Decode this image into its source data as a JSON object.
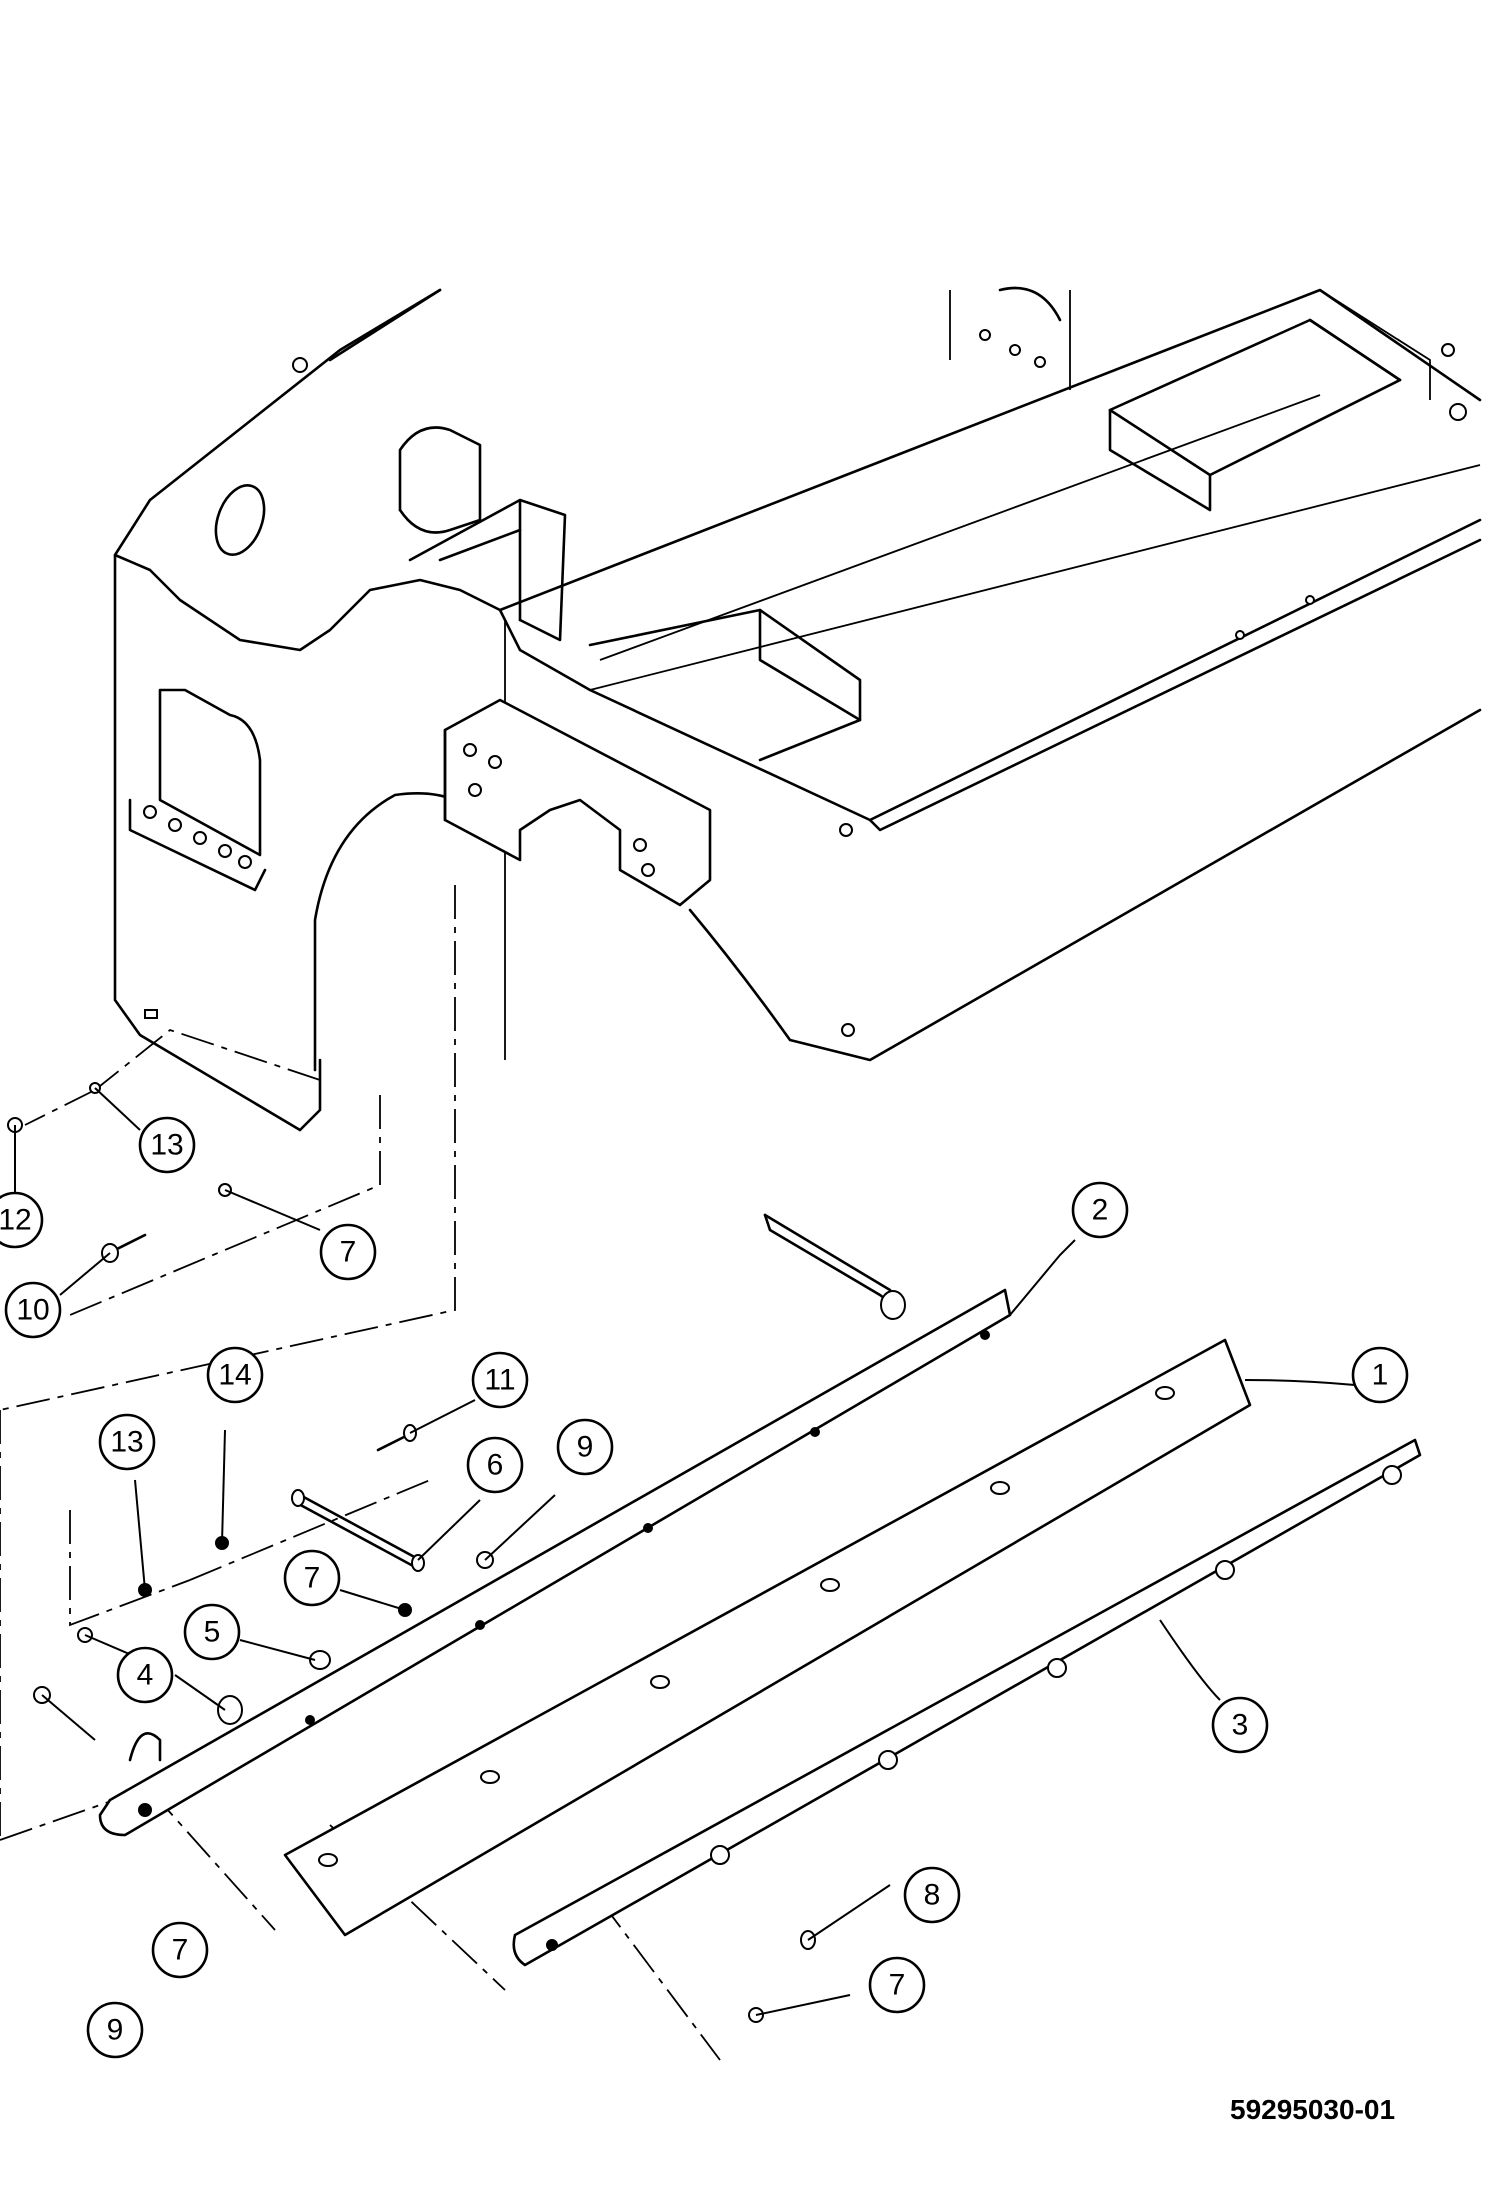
{
  "drawing_number": "59295030-01",
  "callouts": [
    {
      "id": "c1",
      "label": "1"
    },
    {
      "id": "c2",
      "label": "2"
    },
    {
      "id": "c3",
      "label": "3"
    },
    {
      "id": "c4",
      "label": "4"
    },
    {
      "id": "c5",
      "label": "5"
    },
    {
      "id": "c6",
      "label": "6"
    },
    {
      "id": "c7a",
      "label": "7"
    },
    {
      "id": "c7b",
      "label": "7"
    },
    {
      "id": "c7c",
      "label": "7"
    },
    {
      "id": "c7d",
      "label": "7"
    },
    {
      "id": "c8",
      "label": "8"
    },
    {
      "id": "c9a",
      "label": "9"
    },
    {
      "id": "c9b",
      "label": "9"
    },
    {
      "id": "c10",
      "label": "10"
    },
    {
      "id": "c11",
      "label": "11"
    },
    {
      "id": "c12",
      "label": "12"
    },
    {
      "id": "c13a",
      "label": "13"
    },
    {
      "id": "c13b",
      "label": "13"
    },
    {
      "id": "c14",
      "label": "14"
    }
  ]
}
